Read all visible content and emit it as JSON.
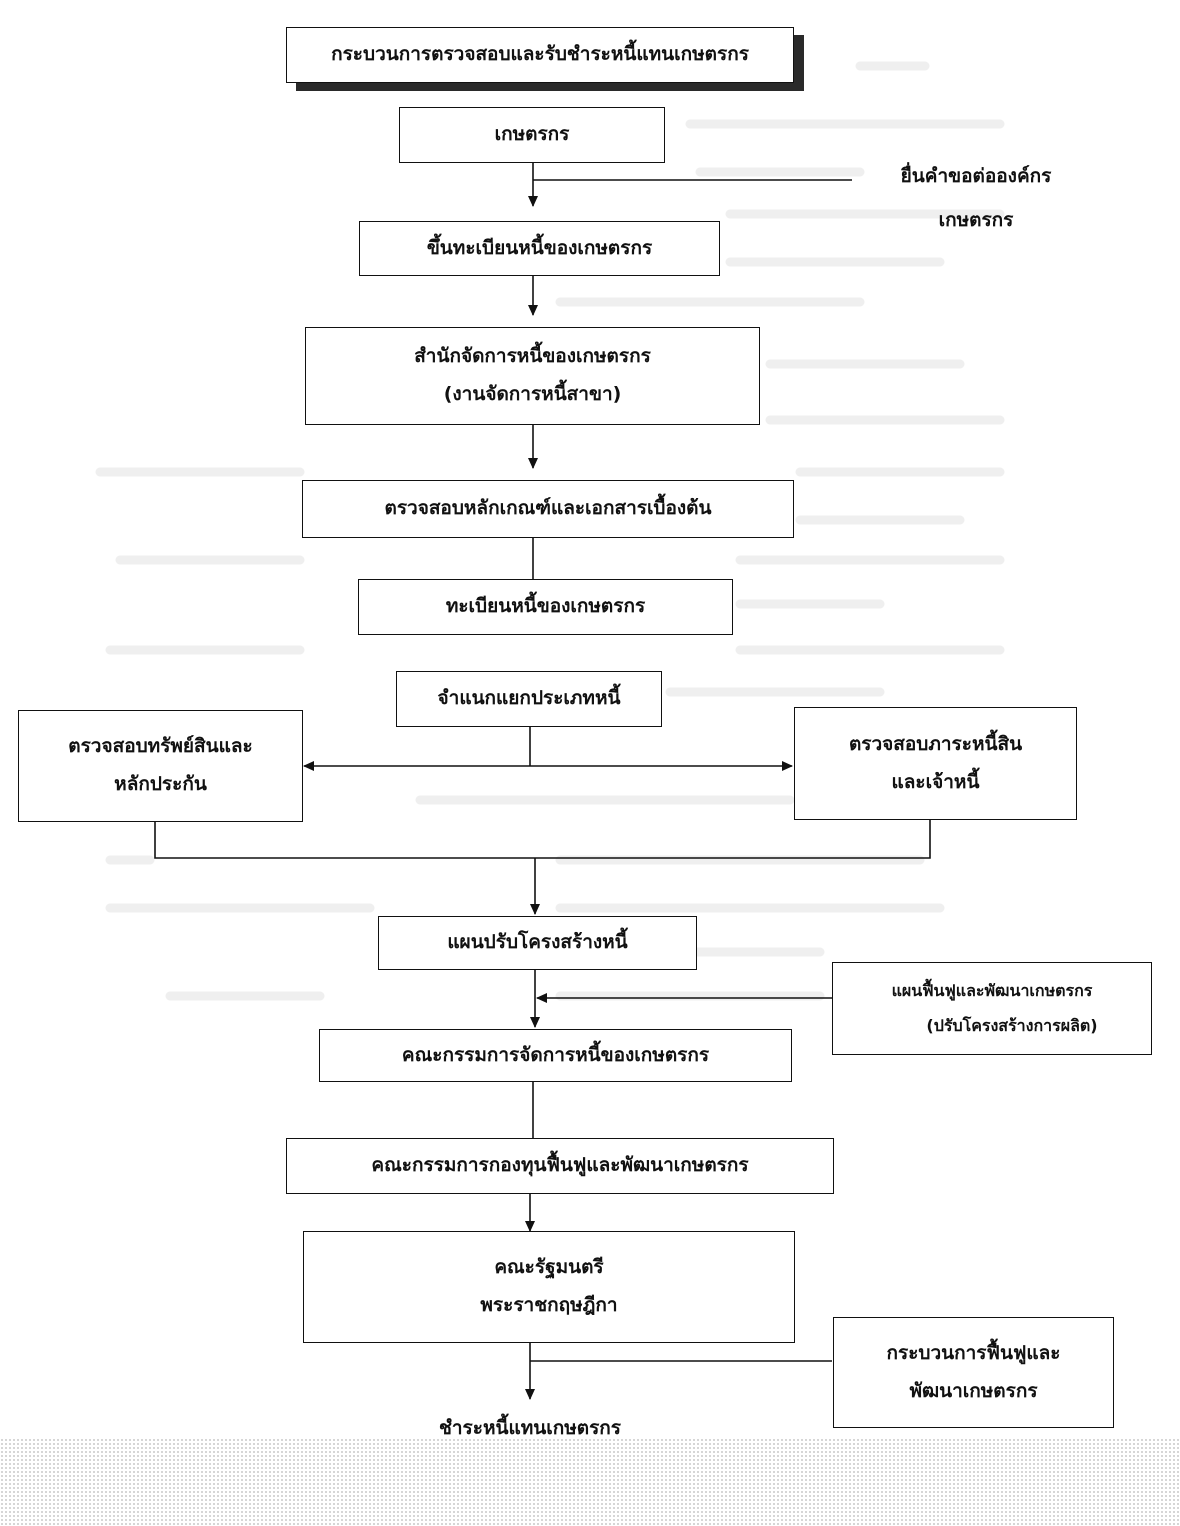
{
  "title": "กระบวนการตรวจสอบและรับชำระหนี้แทนเกษตรกร",
  "steps": {
    "farmer": "เกษตรกร",
    "side_note": [
      "ยื่นคำขอต่อองค์กร",
      "เกษตรกร"
    ],
    "register": "ขึ้นทะเบียนหนี้ของเกษตรกร",
    "office": [
      "สำนักจัดการหนี้ของเกษตรกร",
      "(งานจัดการหนี้สาขา)"
    ],
    "check_docs": "ตรวจสอบหลักเกณฑ์และเอกสารเบื้องต้น",
    "debt_register": "ทะเบียนหนี้ของเกษตรกร",
    "classify": "จำแนกแยกประเภทหนี้",
    "check_assets": [
      "ตรวจสอบทรัพย์สินและ",
      "หลักประกัน"
    ],
    "check_debts": [
      "ตรวจสอบภาระหนี้สิน",
      "และเจ้าหนี้"
    ],
    "restructure_plan": "แผนปรับโครงสร้างหนี้",
    "recovery_plan": [
      "แผนฟื้นฟูและพัฒนาเกษตรกร",
      "(ปรับโครงสร้างการผลิต)"
    ],
    "debt_committee": "คณะกรรมการจัดการหนี้ของเกษตรกร",
    "fund_committee": "คณะกรรมการกองทุนฟื้นฟูและพัฒนาเกษตรกร",
    "cabinet": [
      "คณะรัฐมนตรี",
      "พระราชกฤษฎีกา"
    ],
    "recovery_process": [
      "กระบวนการฟื้นฟูและ",
      "พัฒนาเกษตรกร"
    ],
    "final": "ชำระหนี้แทนเกษตรกร"
  },
  "colors": {
    "line": "#111111",
    "shadow": "#2a2a2a",
    "bleed_text": "#d4d4d4"
  }
}
